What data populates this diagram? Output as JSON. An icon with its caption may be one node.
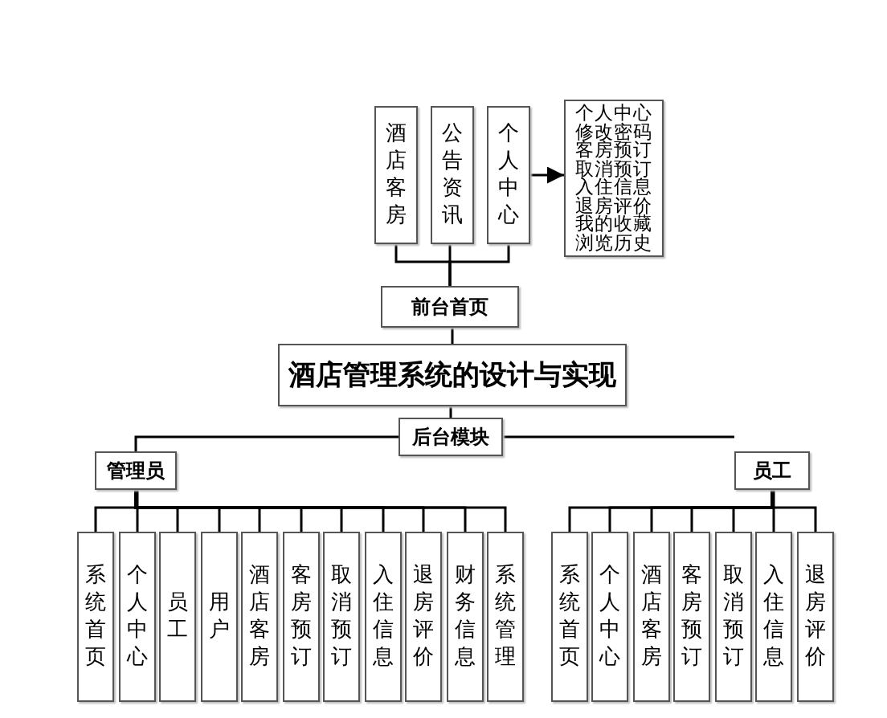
{
  "diagram": {
    "nodes": [
      {
        "text": [
          "酒店客房"
        ]
      },
      {
        "text": [
          "公告资讯"
        ]
      },
      {
        "text": [
          "个人中心"
        ]
      },
      {
        "text": [
          "个人中心",
          "修改密码",
          "客房预订",
          "取消预订",
          "入住信息",
          "退房评价",
          "我的收藏",
          "浏览历史"
        ]
      },
      {
        "text": [
          "前台首页"
        ]
      },
      {
        "text": [
          "酒店管理系统的设计与实现"
        ]
      },
      {
        "text": [
          "后台模块"
        ]
      },
      {
        "text": [
          "管理员"
        ]
      },
      {
        "text": [
          "员工"
        ]
      },
      {
        "text": [
          "系统首页"
        ]
      },
      {
        "text": [
          "个人中心"
        ]
      },
      {
        "text": [
          "员工"
        ]
      },
      {
        "text": [
          "用户"
        ]
      },
      {
        "text": [
          "酒店客房"
        ]
      },
      {
        "text": [
          "客房预订"
        ]
      },
      {
        "text": [
          "取消预订"
        ]
      },
      {
        "text": [
          "入住信息"
        ]
      },
      {
        "text": [
          "退房评价"
        ]
      },
      {
        "text": [
          "财务信息"
        ]
      },
      {
        "text": [
          "系统管理"
        ]
      },
      {
        "text": [
          "系统首页"
        ]
      },
      {
        "text": [
          "个人中心"
        ]
      },
      {
        "text": [
          "酒店客房"
        ]
      },
      {
        "text": [
          "客房预订"
        ]
      },
      {
        "text": [
          "取消预订"
        ]
      },
      {
        "text": [
          "入住信息"
        ]
      },
      {
        "text": [
          "退房评价"
        ]
      }
    ],
    "edges": [
      {
        "from": 0,
        "to": 4,
        "arrow": "none"
      },
      {
        "from": 1,
        "to": 4,
        "arrow": "none"
      },
      {
        "from": 2,
        "to": 4,
        "arrow": "none"
      },
      {
        "from": 2,
        "to": 3,
        "arrow": "to"
      },
      {
        "from": 4,
        "to": 5,
        "arrow": "none"
      },
      {
        "from": 5,
        "to": 6,
        "arrow": "none"
      },
      {
        "from": 6,
        "to": 7,
        "arrow": "none"
      },
      {
        "from": 6,
        "to": 8,
        "arrow": "none"
      },
      {
        "from": 7,
        "to": 9,
        "arrow": "none"
      },
      {
        "from": 7,
        "to": 10,
        "arrow": "none"
      },
      {
        "from": 7,
        "to": 11,
        "arrow": "none"
      },
      {
        "from": 7,
        "to": 12,
        "arrow": "none"
      },
      {
        "from": 7,
        "to": 13,
        "arrow": "none"
      },
      {
        "from": 7,
        "to": 14,
        "arrow": "none"
      },
      {
        "from": 7,
        "to": 15,
        "arrow": "none"
      },
      {
        "from": 7,
        "to": 16,
        "arrow": "none"
      },
      {
        "from": 7,
        "to": 17,
        "arrow": "none"
      },
      {
        "from": 7,
        "to": 18,
        "arrow": "none"
      },
      {
        "from": 7,
        "to": 19,
        "arrow": "none"
      },
      {
        "from": 8,
        "to": 20,
        "arrow": "none"
      },
      {
        "from": 8,
        "to": 21,
        "arrow": "none"
      },
      {
        "from": 8,
        "to": 22,
        "arrow": "none"
      },
      {
        "from": 8,
        "to": 23,
        "arrow": "none"
      },
      {
        "from": 8,
        "to": 24,
        "arrow": "none"
      },
      {
        "from": 8,
        "to": 25,
        "arrow": "none"
      },
      {
        "from": 8,
        "to": 26,
        "arrow": "none"
      }
    ]
  }
}
